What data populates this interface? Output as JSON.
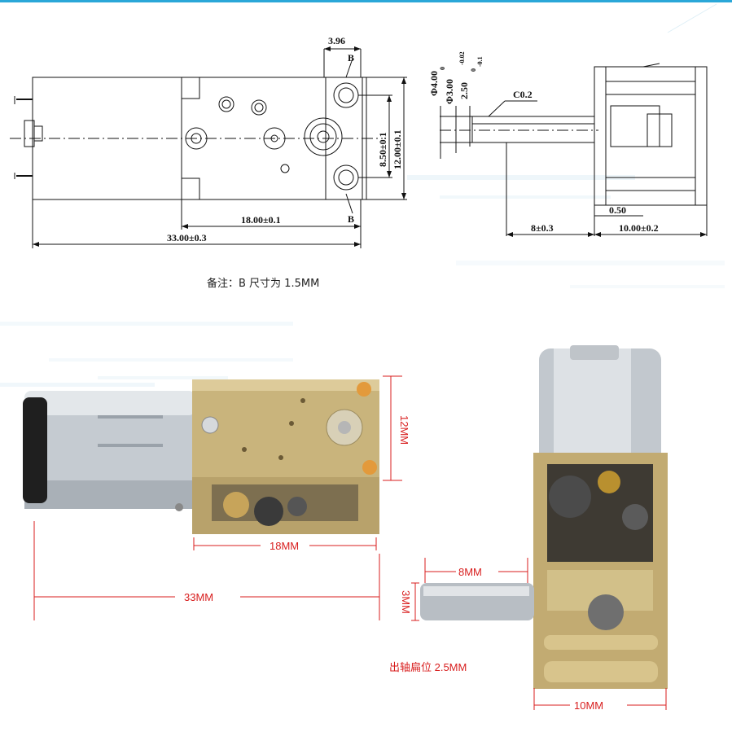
{
  "drawing": {
    "dims": {
      "d396": "3.96",
      "d4": "Φ4.00",
      "d3": "Φ3.00",
      "d3_tol_upper": "0",
      "d3_tol_lower": "-0.02",
      "d25": "2.50",
      "d25_tol_upper": "0",
      "d25_tol_lower": "-0.1",
      "c02": "C0.2",
      "d850": "8.50±0.1",
      "d1200": "12.00±0.1",
      "d1800": "18.00±0.1",
      "d3300": "33.00±0.3",
      "d050": "0.50",
      "d8": "8±0.3",
      "d10": "10.00±0.2",
      "b_label": "B"
    },
    "note": "备注：B 尺寸为 1.5MM"
  },
  "photo": {
    "labels": {
      "m12": "12MM",
      "m18": "18MM",
      "m33": "33MM",
      "m8": "8MM",
      "m3": "3MM",
      "flat": "出轴扁位 2.5MM",
      "m10": "10MM"
    }
  },
  "colors": {
    "accent_top": "#2aa7d8",
    "dim_red": "#d81e1e",
    "gearbox_brass": "#c9b47c",
    "motor_silver": "#c5cbd1"
  }
}
